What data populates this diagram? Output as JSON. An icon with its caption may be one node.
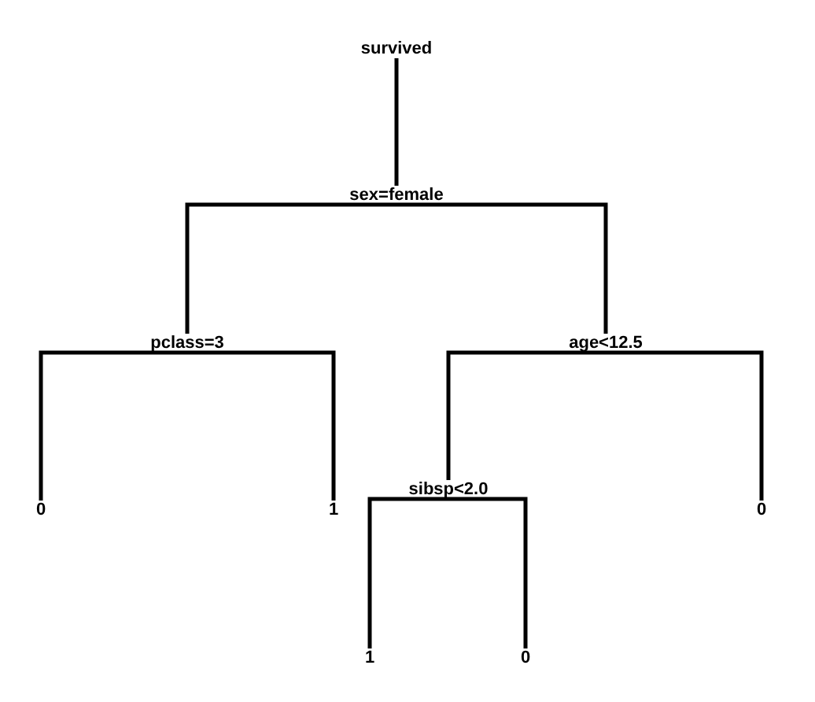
{
  "diagram": {
    "nodes": [
      {
        "text": [
          "survived"
        ]
      },
      {
        "text": [
          "sex=female"
        ]
      },
      {
        "text": [
          "pclass=3"
        ]
      },
      {
        "text": [
          "age<12.5"
        ]
      },
      {
        "text": [
          "sibsp<2.0"
        ]
      },
      {
        "text": [
          "0"
        ]
      },
      {
        "text": [
          "1"
        ]
      },
      {
        "text": [
          "0"
        ]
      },
      {
        "text": [
          "1"
        ]
      },
      {
        "text": [
          "0"
        ]
      }
    ],
    "edges": [
      {
        "from": 0,
        "to": 1,
        "arrow": "none"
      },
      {
        "from": 1,
        "to": 2,
        "arrow": "none"
      },
      {
        "from": 1,
        "to": 3,
        "arrow": "none"
      },
      {
        "from": 2,
        "to": 5,
        "arrow": "none"
      },
      {
        "from": 2,
        "to": 6,
        "arrow": "none"
      },
      {
        "from": 3,
        "to": 4,
        "arrow": "none"
      },
      {
        "from": 3,
        "to": 7,
        "arrow": "none"
      },
      {
        "from": 4,
        "to": 8,
        "arrow": "none"
      },
      {
        "from": 4,
        "to": 9,
        "arrow": "none"
      }
    ]
  }
}
